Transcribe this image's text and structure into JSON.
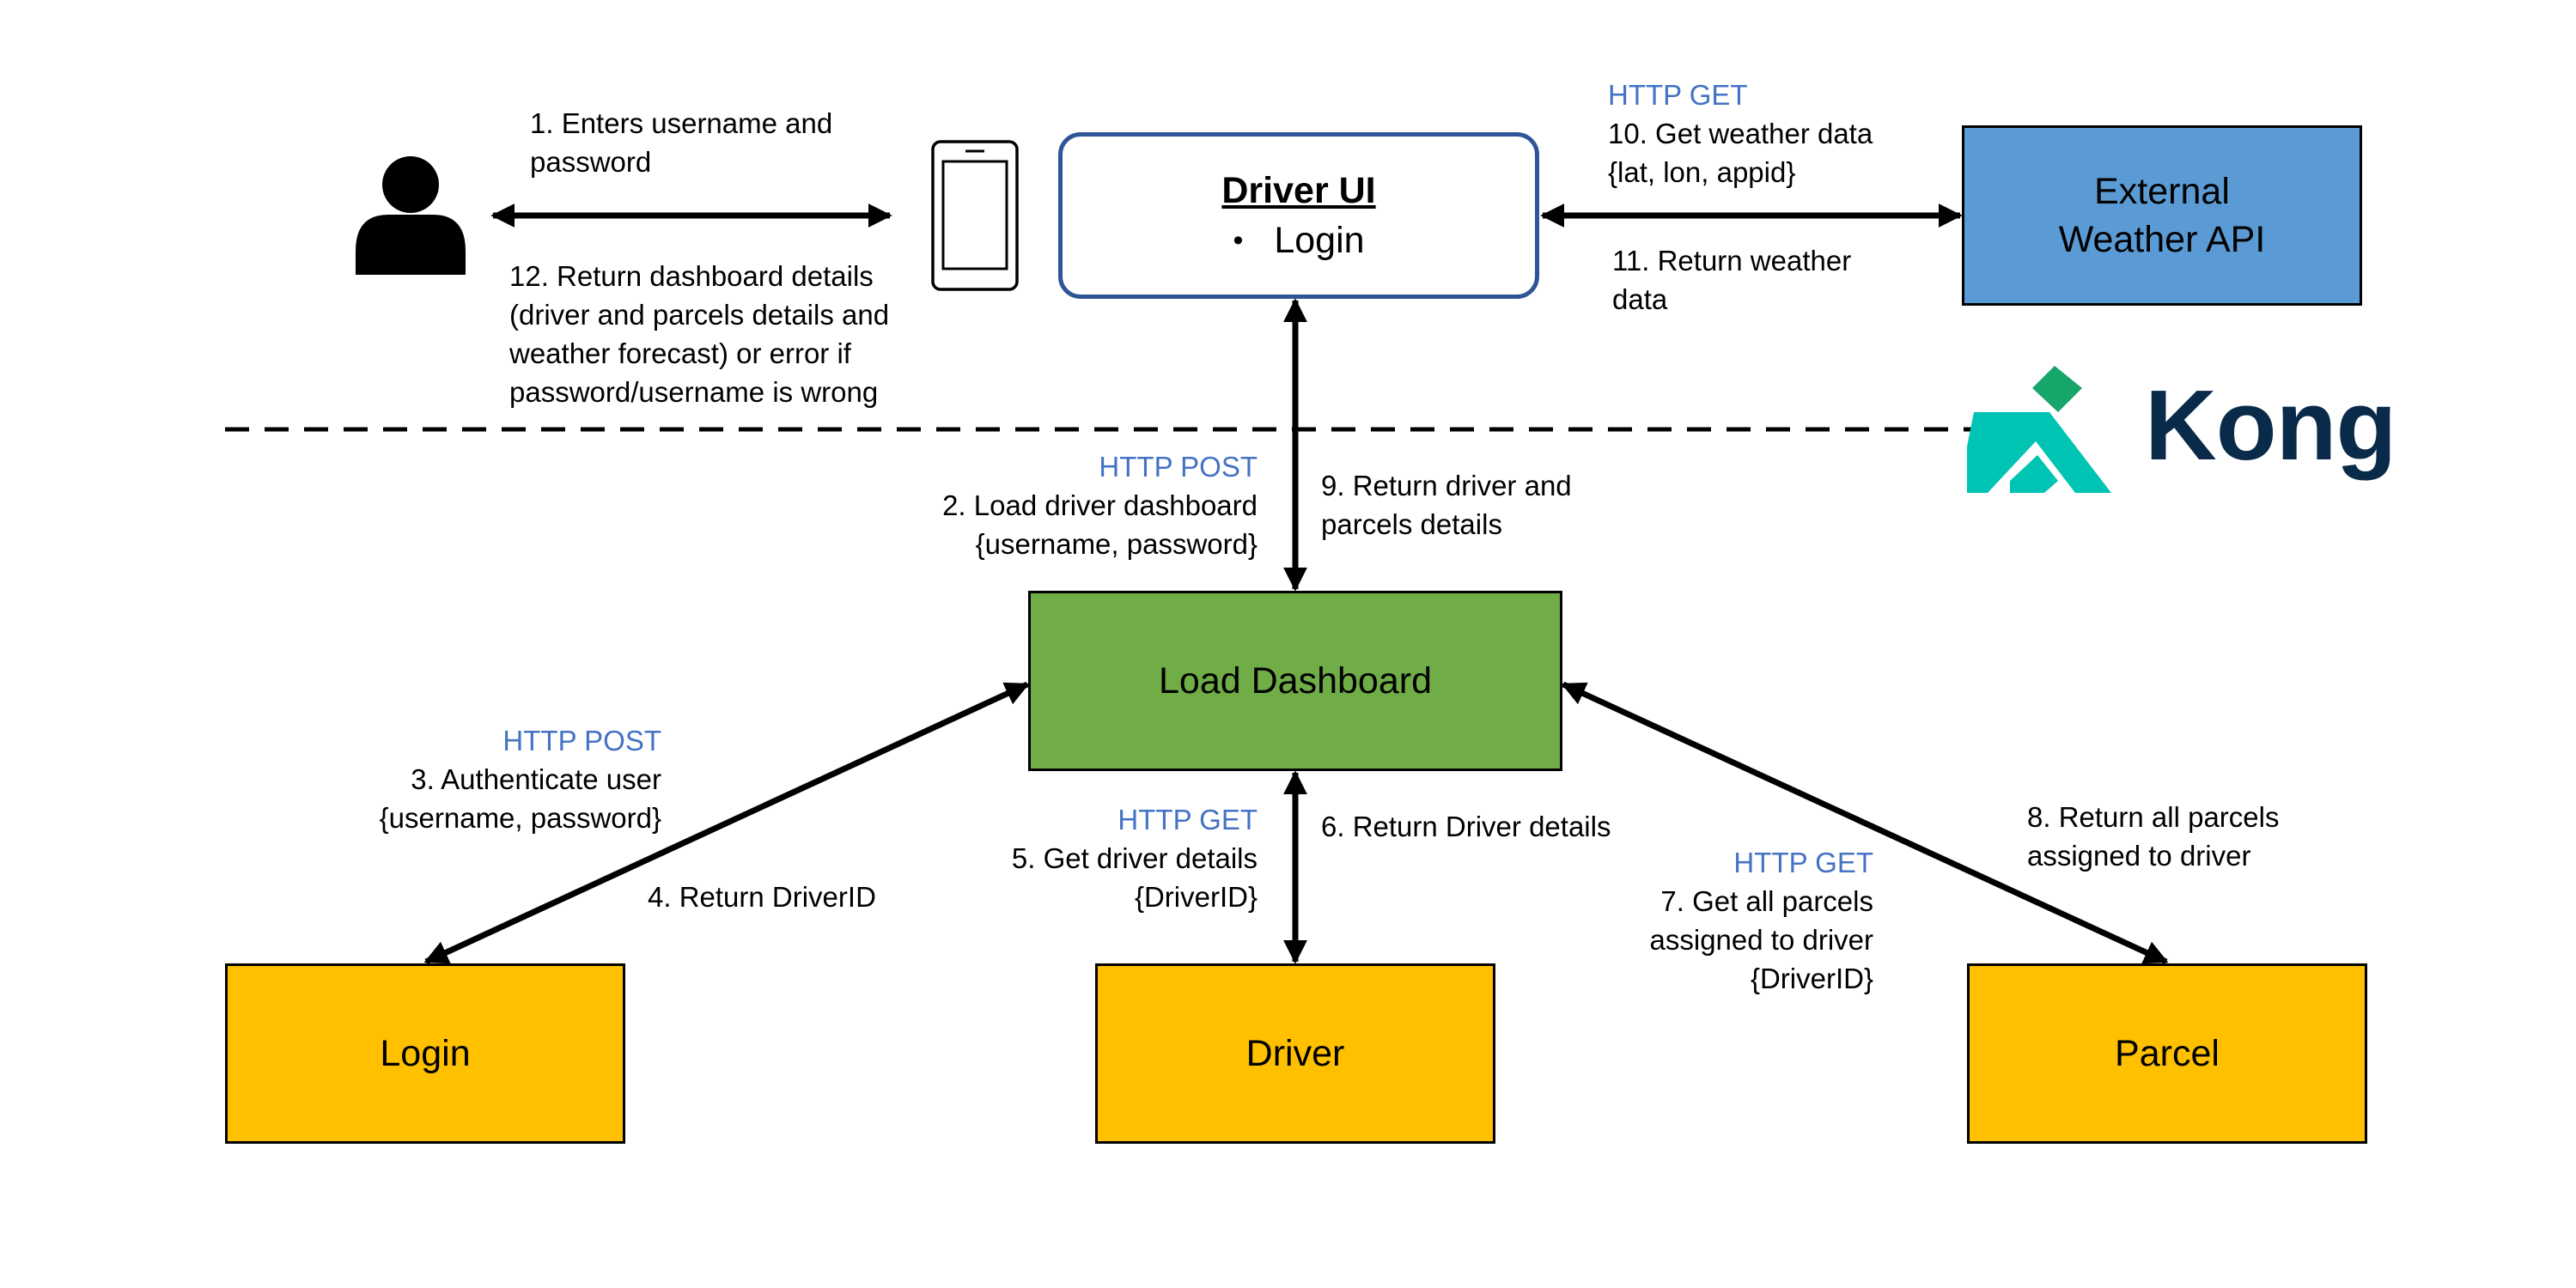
{
  "colors": {
    "service_box": "#FFC000",
    "dashboard_box": "#70AD47",
    "external_box": "#5B9BD5",
    "ui_border": "#2F5597",
    "protocol_text": "#4472C4",
    "kong_text": "#0A2A4A",
    "kong_logo_teal": "#00C4B3",
    "kong_logo_green": "#17A66A"
  },
  "icons": {
    "user": "person-silhouette",
    "device": "mobile-phone",
    "gateway_logo": "kong-gorilla-logo"
  },
  "nodes": {
    "driver_ui": {
      "title": "Driver UI",
      "bullet": "•",
      "item": "Login"
    },
    "weather_api": {
      "label": "External\nWeather API"
    },
    "load_dashboard": {
      "label": "Load Dashboard"
    },
    "login": {
      "label": "Login"
    },
    "driver": {
      "label": "Driver"
    },
    "parcel": {
      "label": "Parcel"
    }
  },
  "gateway": {
    "name": "Kong"
  },
  "steps": {
    "s1": "1. Enters username and\npassword",
    "s12": "12. Return dashboard details\n(driver and parcels details and\nweather forecast) or error if\npassword/username is wrong",
    "s10_protocol": "HTTP GET",
    "s10": "10. Get weather data\n{lat, lon, appid}",
    "s11": "11. Return weather\ndata",
    "s2_protocol": "HTTP POST",
    "s2": "2. Load driver dashboard\n{username, password}",
    "s9": "9. Return driver and\nparcels details",
    "s3_protocol": "HTTP POST",
    "s3": "3. Authenticate user\n{username, password}",
    "s4": "4. Return DriverID",
    "s5_protocol": "HTTP GET",
    "s5": "5. Get driver details\n{DriverID}",
    "s6": "6. Return Driver details",
    "s7_protocol": "HTTP GET",
    "s7": "7. Get all parcels\nassigned to driver\n{DriverID}",
    "s8": "8. Return all parcels\nassigned to driver"
  }
}
